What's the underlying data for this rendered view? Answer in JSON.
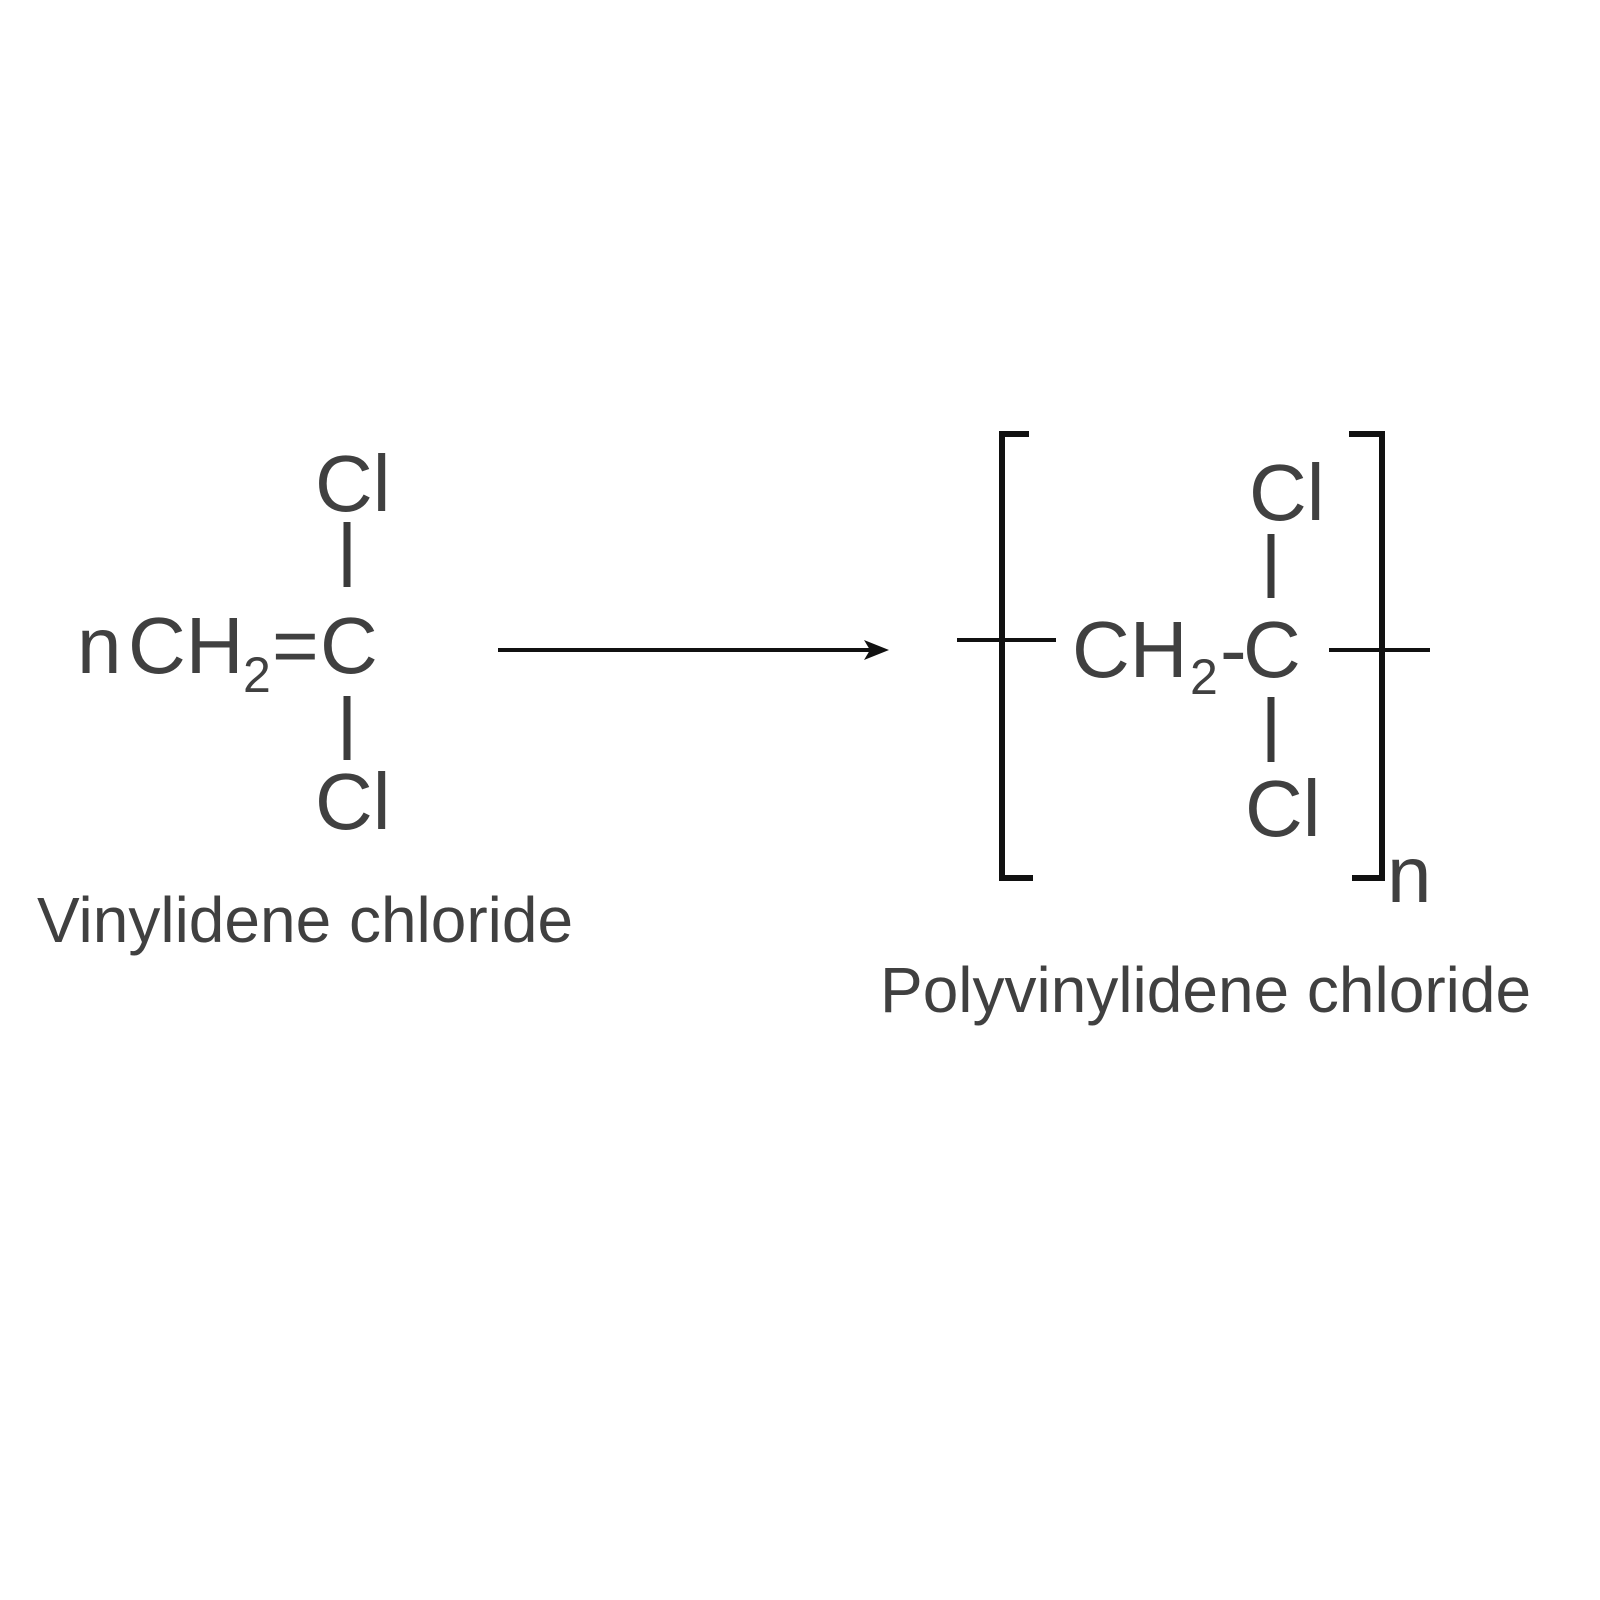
{
  "reactant": {
    "coefficient": "n",
    "ch2": "CH",
    "ch2_subscript": "2",
    "double_bond": "=",
    "carbon": "C",
    "cl_top": "Cl",
    "cl_bottom": "Cl",
    "name": "Vinylidene chloride"
  },
  "product": {
    "ch2": "CH",
    "ch2_subscript": "2",
    "single_bond": "-",
    "carbon": "C",
    "cl_top": "Cl",
    "cl_bottom": "Cl",
    "repeat_subscript": "n",
    "name": "Polyvinylidene chloride"
  },
  "colors": {
    "text": "#404040",
    "lines": "#111111"
  }
}
